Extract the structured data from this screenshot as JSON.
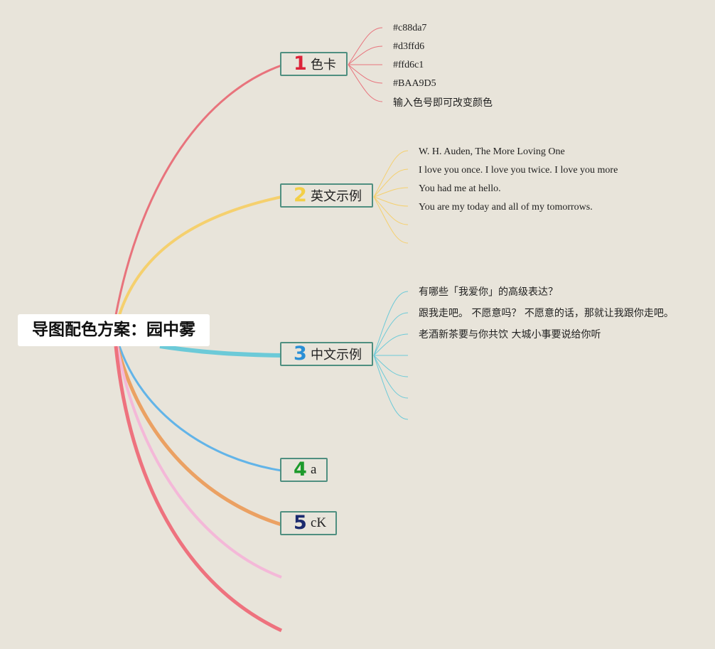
{
  "root": {
    "title": "导图配色方案：园中雾"
  },
  "branches": [
    {
      "number": "1",
      "label": "色卡",
      "color": "#e8737c"
    },
    {
      "number": "2",
      "label": "英文示例",
      "color": "#f5d06e"
    },
    {
      "number": "3",
      "label": "中文示例",
      "color": "#6ccad8"
    },
    {
      "number": "4",
      "label": "a",
      "color": "#62b4e8"
    },
    {
      "number": "5",
      "label": "cK",
      "color": "#eba163"
    }
  ],
  "number_colors": [
    "#dc2339",
    "#f3cf47",
    "#2a8fd6",
    "#1d9a2b",
    "#1b2a6e"
  ],
  "extra_branch_colors": {
    "pink": "#f4b8d8",
    "red": "#ee727e"
  },
  "leaves": {
    "colors": [
      "#c88da7",
      "#d3ffd6",
      "#ffd6c1",
      "#BAA9D5",
      "输入色号即可改变颜色"
    ],
    "english": [
      "W. H. Auden, The More Loving One",
      "I love you once. I love you twice. I love you more",
      "You had me at hello.",
      "You are my today and all of my tomorrows."
    ],
    "chinese": [
      "有哪些「我爱你」的高级表达？",
      "跟我走吧。 不愿意吗？ 不愿意的话，那就让我跟你走吧。",
      "老酒新茶要与你共饮 大城小事要说给你听"
    ]
  }
}
